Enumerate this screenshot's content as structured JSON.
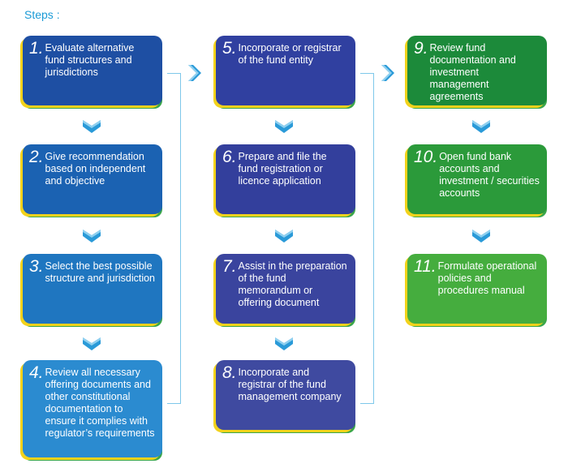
{
  "title": "Steps :",
  "steps": [
    {
      "num": "1.",
      "text": "Evaluate alternative fund structures and jurisdictions"
    },
    {
      "num": "2.",
      "text": "Give recommendation based on independent and objective"
    },
    {
      "num": "3.",
      "text": "Select the best possible structure and jurisdiction"
    },
    {
      "num": "4.",
      "text": "Review all necessary offering documents and other constitutional documentation to ensure it complies with regulator’s requirements"
    },
    {
      "num": "5.",
      "text": "Incorporate or registrar of the fund entity"
    },
    {
      "num": "6.",
      "text": "Prepare and file the fund registration or licence application"
    },
    {
      "num": "7.",
      "text": "Assist in the preparation of the fund memorandum or offering document"
    },
    {
      "num": "8.",
      "text": "Incorporate and registrar of the fund management company"
    },
    {
      "num": "9.",
      "text": "Review fund documentation and investment management agreements"
    },
    {
      "num": "10.",
      "text": "Open fund bank accounts and investment / securities accounts"
    },
    {
      "num": "11.",
      "text": "Formulate operational policies and procedures manual"
    }
  ],
  "colors": {
    "title": "#1a9ad6",
    "col1": [
      "#1e4fa3",
      "#1b62b2",
      "#1f76c0",
      "#2b8bd0"
    ],
    "col2": [
      "#3040a0",
      "#333f9c",
      "#3a449e",
      "#3f4aa0"
    ],
    "col3": [
      "#1c8a3a",
      "#2b9a3a",
      "#45ad3e"
    ],
    "edge_yellow": "#f2d21b",
    "edge_green": "#3aa64a",
    "chevron": "#2a9ad8",
    "connector": "#7ec8ea"
  }
}
